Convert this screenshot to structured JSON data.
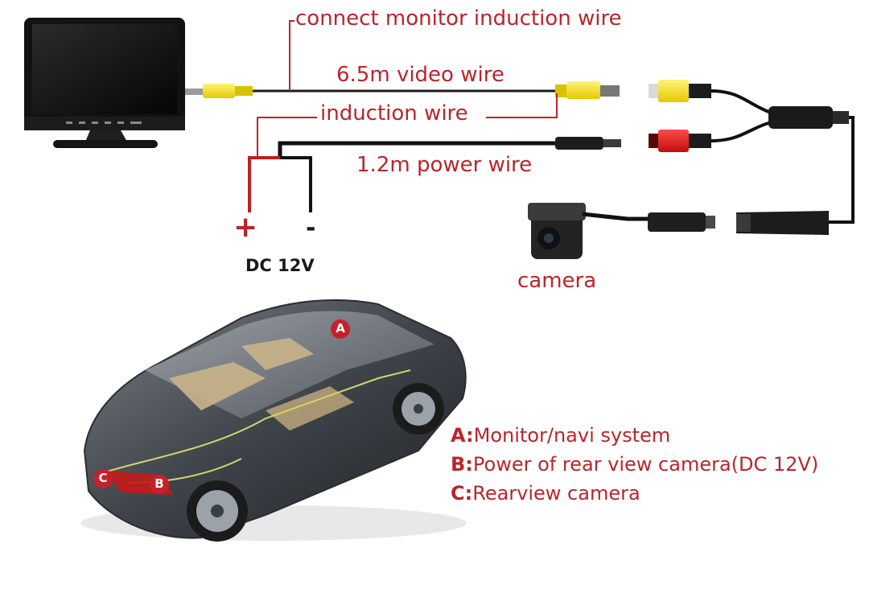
{
  "diagram": {
    "labels": {
      "connect_monitor": "connect monitor induction wire",
      "video_wire": "6.5m video wire",
      "induction_wire": "induction wire",
      "power_wire": "1.2m power wire",
      "plus": "+",
      "minus": "-",
      "dc": "DC 12V",
      "camera": "camera"
    },
    "car_markers": {
      "a": "A",
      "b": "B",
      "c": "C"
    },
    "legend": [
      {
        "key": "A:",
        "text": "Monitor/navi system"
      },
      {
        "key": "B:",
        "text": "Power of rear view camera(DC 12V)"
      },
      {
        "key": "C:",
        "text": "Rearview camera"
      }
    ]
  }
}
